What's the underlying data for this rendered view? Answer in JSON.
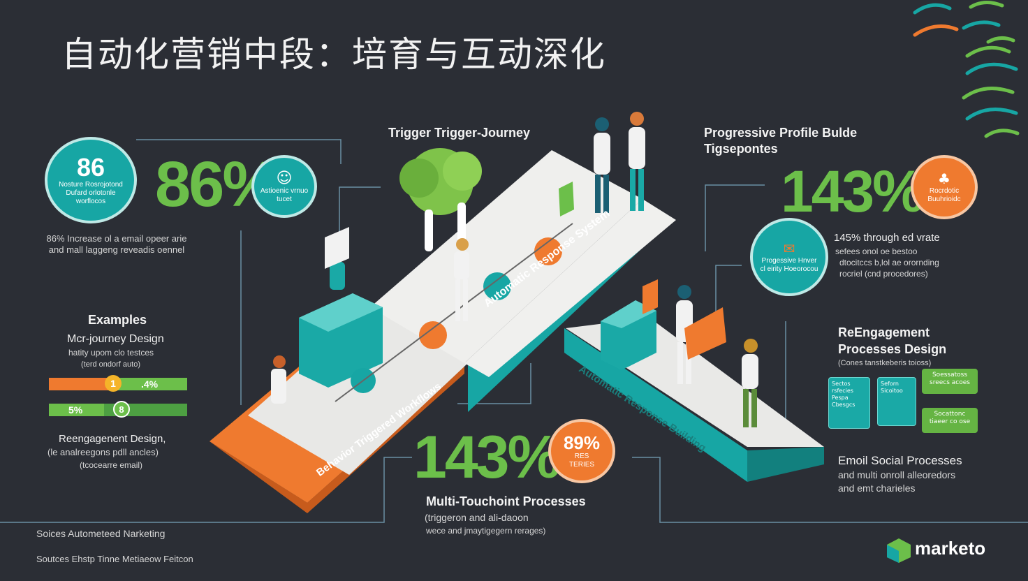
{
  "title": "自动化营销中段：培育与互动深化",
  "left_panel": {
    "circle_number": "86",
    "circle_text": "Nosture Rosrojotond Dufard orlotonle worflocos",
    "big_stat": "86%",
    "small_circle_text": "Astioenic vrnuo tucet",
    "description": "86% Increase ol a email opeer arie and mall laggeng reveadis oennel",
    "examples_label": "Examples",
    "journey_title": "Mcr-journey Design",
    "journey_sub": "hatity upom clo testces",
    "journey_sub2": "(terd ondorf auto)",
    "bar1_value": ".4%",
    "bar1_marker": "1",
    "bar2_value": "5%",
    "bar2_marker": "8",
    "reengage_title": "Reengagenent Design,",
    "reengage_sub": "(le analreegons pdll ancles)",
    "reengage_sub2": "(tcocearre email)"
  },
  "center": {
    "trigger_title": "Trigger Trigger-Journey",
    "path_label_top": "Automatic Response System",
    "path_label_bottom": "Behavior Triggered Workflows",
    "big_stat": "143%",
    "orange_circle_value": "89%",
    "orange_circle_sub": "RES TERIES",
    "touchpoint_title": "Multi-Touchoint Processes",
    "touchpoint_sub": "(triggeron and ali-daoon",
    "touchpoint_sub2": "wece and jmaytigegern rerages)"
  },
  "right_panel": {
    "profile_title": "Progressive Profile Bulde",
    "profile_sub": "Tigsepontes",
    "big_stat": "143%",
    "orange_circle_text": "Rocrdotic Buuhrioidc",
    "teal_circle_text": "Progessive Hnver cl eirity Hoeorocou",
    "through_text": "145% through ed vrate",
    "through_sub": "sefees onol oe bestoo",
    "through_sub2": "dtocitccs b,lol ae orornding",
    "through_sub3": "rocriel (cnd procedores)",
    "path_label": "Automatic Response Building",
    "reengage_title": "ReEngagement",
    "reengage_title2": "Processes Design",
    "reengage_sub": "(Cones tanstkeberis toioss)",
    "card1": "Sectos rsfecies Pespa Cbesgcs",
    "card2": "Seforn Sicoitoo",
    "bubble1": "Soessatoss sreecs acoes",
    "bubble2": "Socattonc tiaeer co ose",
    "email_title": "Emoil Social Processes",
    "email_sub": "and multi onroll alleoredors",
    "email_sub2": "and emt charieles"
  },
  "footer": {
    "source1": "Soices Autometeed Narketing",
    "source2": "Soutces Ehstp Tinne Metiaeow Feitcon",
    "brand": "marketo"
  },
  "colors": {
    "background": "#2b2e35",
    "green": "#6cbf4a",
    "teal": "#17a6a4",
    "orange": "#ef7a2f"
  }
}
